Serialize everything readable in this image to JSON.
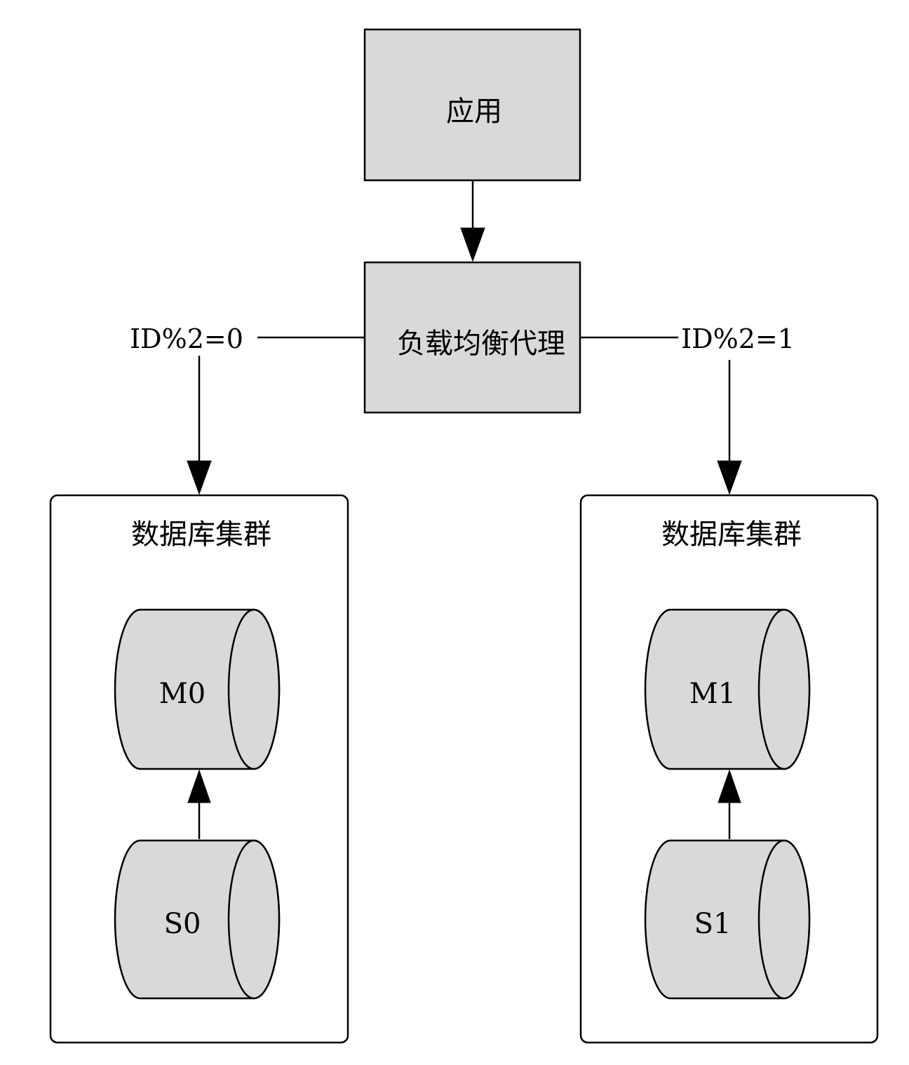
{
  "colors": {
    "node_fill": "#d9d9d9",
    "stroke": "#000000",
    "background": "#ffffff"
  },
  "nodes": {
    "app": {
      "label": "应用"
    },
    "proxy": {
      "label": "负载均衡代理"
    }
  },
  "edges": {
    "left_rule": "ID%2=0",
    "right_rule": "ID%2=1"
  },
  "clusters": [
    {
      "title": "数据库集群",
      "master": "M0",
      "slave": "S0"
    },
    {
      "title": "数据库集群",
      "master": "M1",
      "slave": "S1"
    }
  ]
}
